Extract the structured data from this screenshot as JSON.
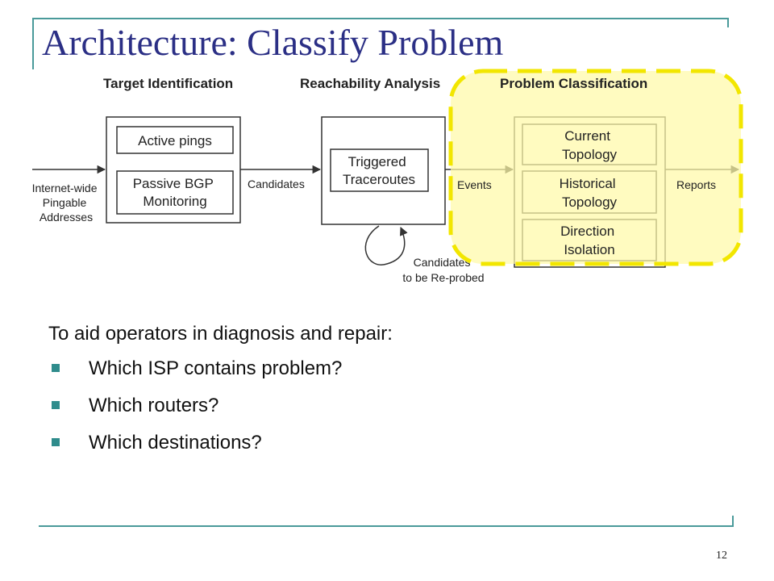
{
  "slide": {
    "title": "Architecture: Classify Problem",
    "page_number": "12"
  },
  "diagram": {
    "sections": {
      "target_identification": "Target Identification",
      "reachability_analysis": "Reachability Analysis",
      "problem_classification": "Problem Classification"
    },
    "input_label": [
      "Internet-wide",
      "Pingable",
      "Addresses"
    ],
    "target_boxes": {
      "active_pings": "Active pings",
      "passive_bgp": [
        "Passive BGP",
        "Monitoring"
      ]
    },
    "candidates_label": "Candidates",
    "reachability_box": [
      "Triggered",
      "Traceroutes"
    ],
    "reprobe_label": [
      "Candidates",
      "to be Re-probed"
    ],
    "events_label": "Events",
    "classification_boxes": {
      "current_topology": [
        "Current",
        "Topology"
      ],
      "historical_topology": [
        "Historical",
        "Topology"
      ],
      "direction_isolation": [
        "Direction",
        "Isolation"
      ]
    },
    "reports_label": "Reports",
    "highlight_color": "#fff9a8",
    "highlight_border_color": "#f2e600"
  },
  "body": {
    "lead": "To aid operators in diagnosis and repair:",
    "bullets": [
      "Which ISP contains problem?",
      "Which routers?",
      "Which destinations?"
    ]
  },
  "colors": {
    "title": "#2b2f85",
    "rule": "#4a9a9a",
    "bullet": "#2f8c8c"
  }
}
